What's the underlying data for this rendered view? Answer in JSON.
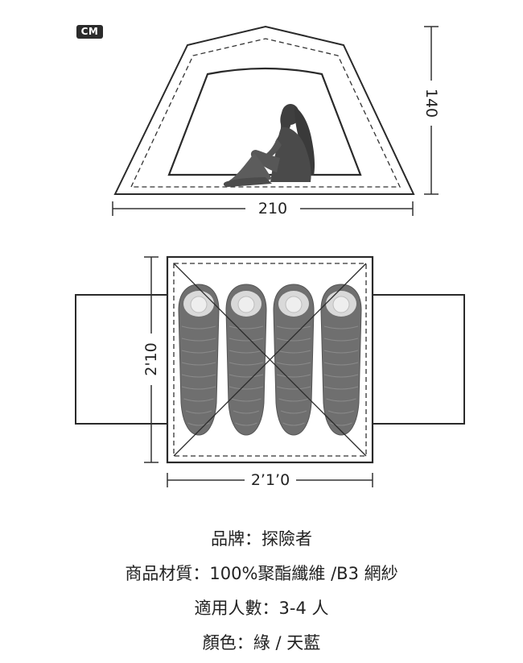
{
  "unit_badge": "CM",
  "side_view": {
    "height_label": "140",
    "width_label": "210"
  },
  "top_view": {
    "length_label": "2'10",
    "width_label": "2’1’0",
    "sleeping_bag_count": 4
  },
  "specs": [
    {
      "label": "品牌",
      "separator": "：",
      "value": "探險者"
    },
    {
      "label": "商品材質",
      "separator": "：",
      "value": "100%聚酯纖維 /B3 網紗"
    },
    {
      "label": "適用人數",
      "separator": "：",
      "value": "3-4 人"
    },
    {
      "label": "顏色",
      "separator": "：",
      "value": "綠 / 天藍"
    }
  ]
}
